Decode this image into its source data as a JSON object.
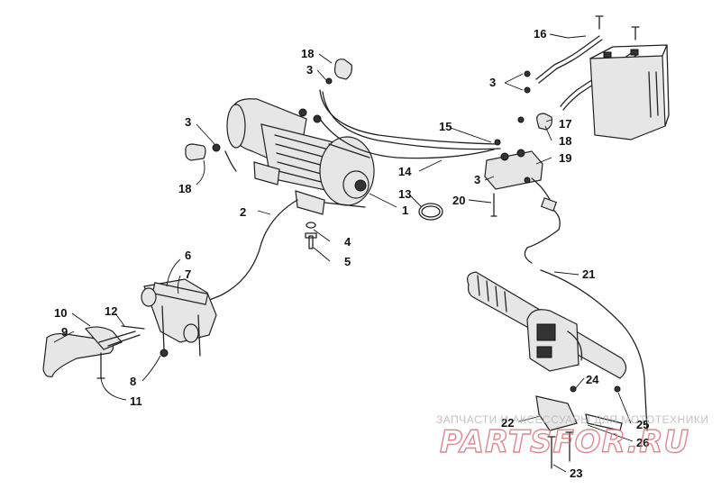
{
  "callouts": {
    "c1": "1",
    "c2": "2",
    "c3a": "3",
    "c3b": "3",
    "c3c": "3",
    "c3d": "3",
    "c4": "4",
    "c5": "5",
    "c6": "6",
    "c7": "7",
    "c8": "8",
    "c9": "9",
    "c10": "10",
    "c11": "11",
    "c12": "12",
    "c13": "13",
    "c14": "14",
    "c15": "15",
    "c16": "16",
    "c17": "17",
    "c18a": "18",
    "c18b": "18",
    "c18c": "18",
    "c19": "19",
    "c20": "20",
    "c21": "21",
    "c22": "22",
    "c23": "23",
    "c24": "24",
    "c25": "25",
    "c26": "26"
  },
  "watermark": {
    "subtitle": "ЗАПЧАСТИ И АКСЕССУАРЫ ДЛЯ МОТОТЕХНИКИ",
    "logo": "PARTSFOR.RU",
    "logo_color": "#e0707a"
  }
}
